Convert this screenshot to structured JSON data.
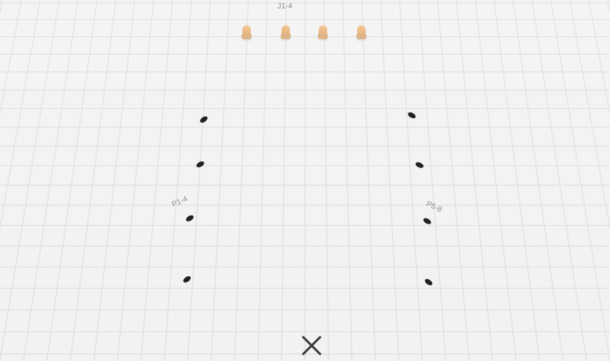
{
  "scene": {
    "labels": {
      "judges": "J1-4",
      "left_group": "P1-4",
      "right_group": "P5-8"
    },
    "colors": {
      "floor": "#f2f2f2",
      "grid_lines": "#dcdcdc",
      "judge_seat": "#e9b984",
      "marker": "#222222",
      "label_text": "#8e8e8e",
      "close_icon": "#3a3a3a"
    },
    "judges": [
      {
        "id": "J1"
      },
      {
        "id": "J2"
      },
      {
        "id": "J3"
      },
      {
        "id": "J4"
      }
    ],
    "left_markers": [
      {
        "id": "P1"
      },
      {
        "id": "P2"
      },
      {
        "id": "P3"
      },
      {
        "id": "P4"
      }
    ],
    "right_markers": [
      {
        "id": "P5"
      },
      {
        "id": "P6"
      },
      {
        "id": "P7"
      },
      {
        "id": "P8"
      }
    ],
    "close_icon": "close-icon"
  }
}
